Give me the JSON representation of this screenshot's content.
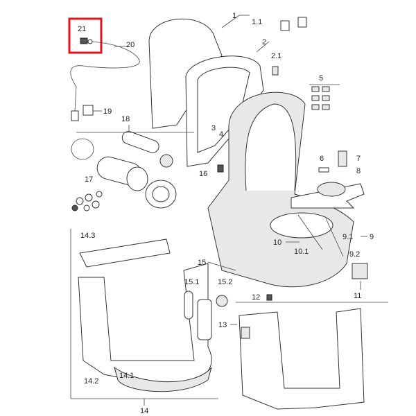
{
  "diagram": {
    "highlight_color": "#e0141e",
    "highlighted_part": "21",
    "labels": {
      "p1": "1",
      "p1_1": "1.1",
      "p2": "2",
      "p2_1": "2.1",
      "p3": "3",
      "p4": "4",
      "p5": "5",
      "p6": "6",
      "p7": "7",
      "p8": "8",
      "p9": "9",
      "p9_1": "9.1",
      "p9_2": "9.2",
      "p10": "10",
      "p10_1": "10.1",
      "p11": "11",
      "p12": "12",
      "p13": "13",
      "p14": "14",
      "p14_1": "14.1",
      "p14_2": "14.2",
      "p14_3": "14.3",
      "p15": "15",
      "p15_1": "15.1",
      "p15_2": "15.2",
      "p16": "16",
      "p17": "17",
      "p18": "18",
      "p19": "19",
      "p20": "20",
      "p21": "21"
    }
  }
}
